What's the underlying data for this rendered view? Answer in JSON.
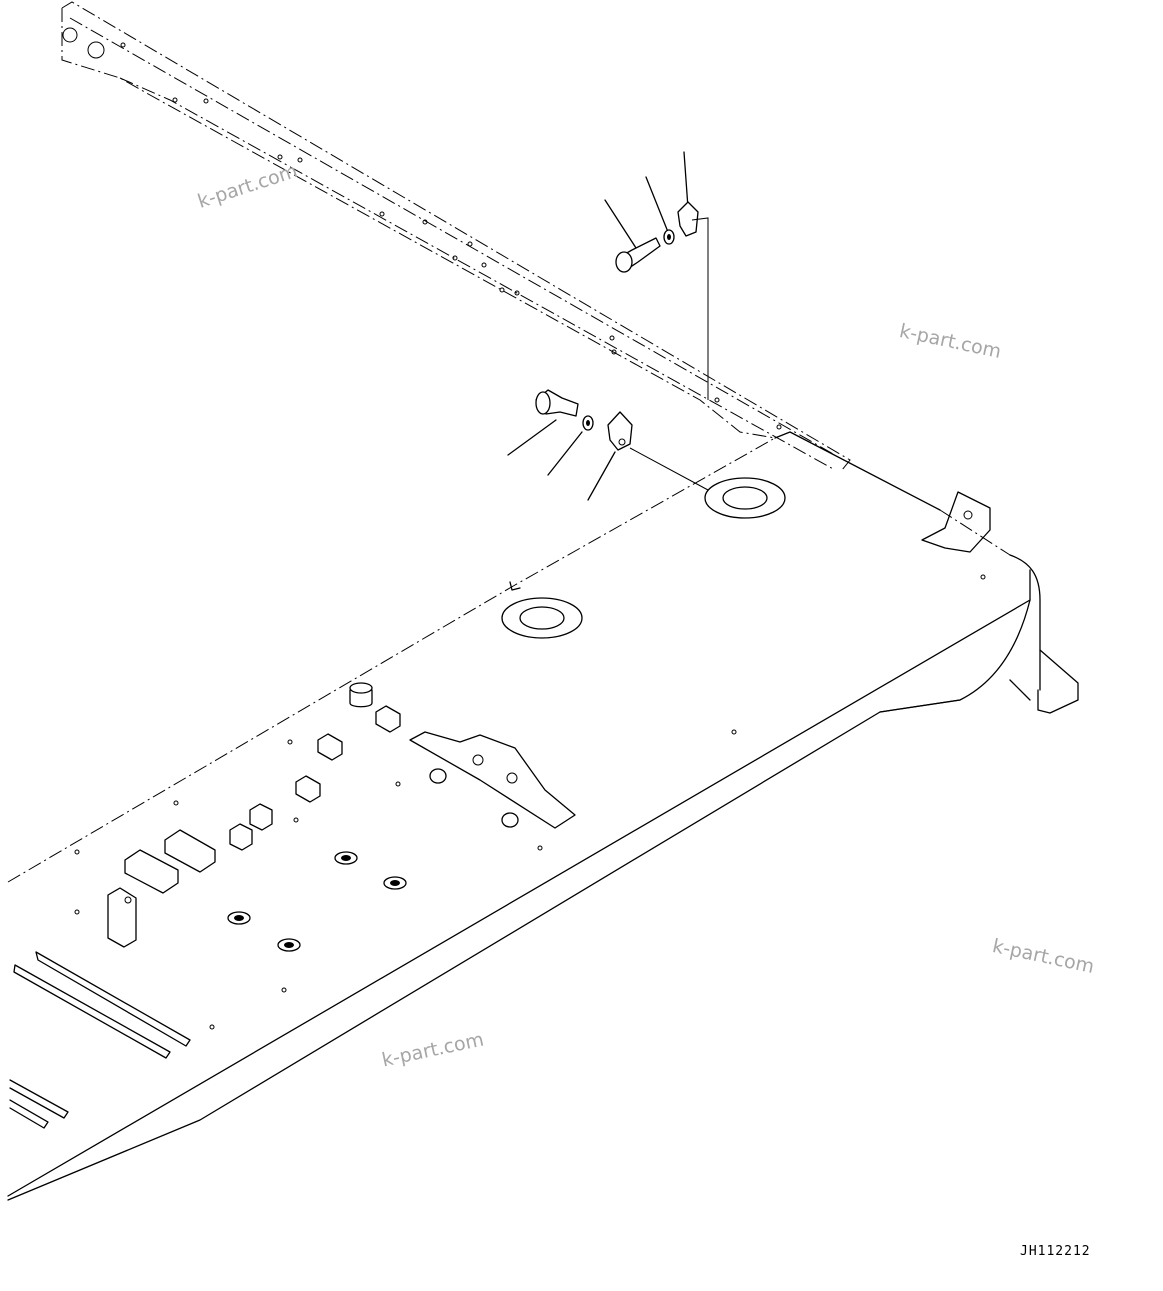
{
  "watermarks": [
    "k-part.com",
    "k-part.com",
    "k-part.com",
    "k-part.com"
  ],
  "drawing_id": "JH112212",
  "colors": {
    "line": "#000000",
    "watermark": "#a6a6a6",
    "background": "#ffffff"
  }
}
